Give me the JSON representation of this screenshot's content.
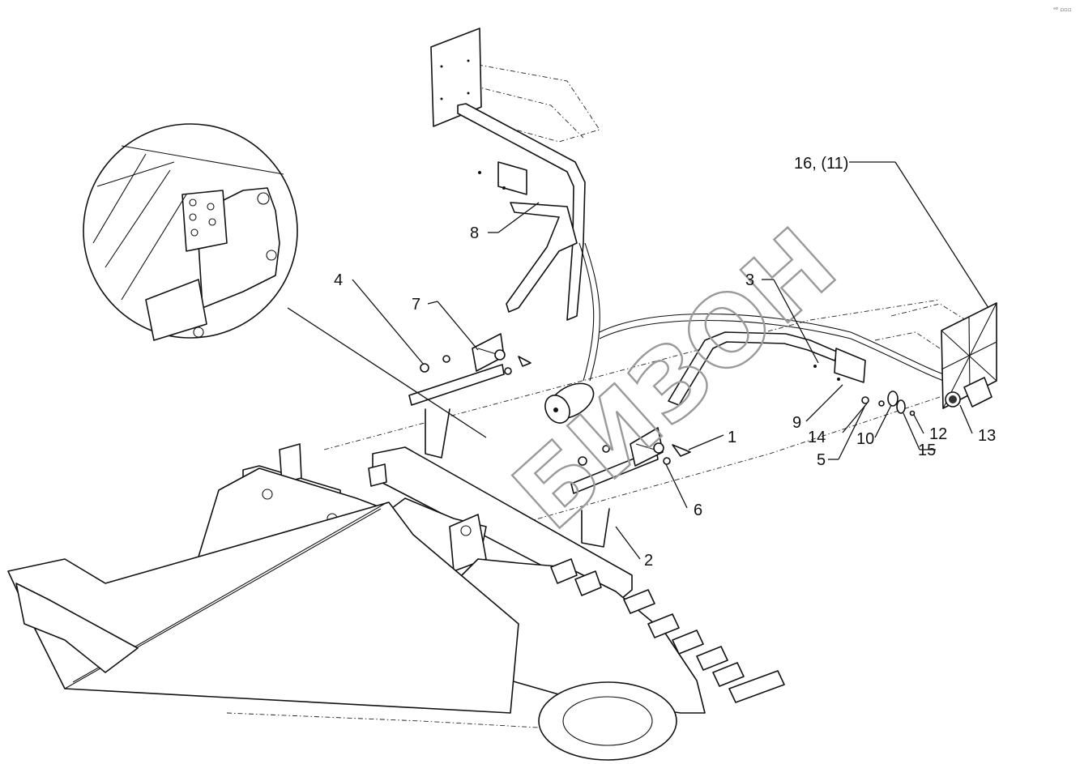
{
  "watermark": {
    "text": "БИЗОН",
    "color": "#9a9a9a"
  },
  "callouts": [
    {
      "id": "c1",
      "label": "1"
    },
    {
      "id": "c2",
      "label": "2"
    },
    {
      "id": "c3",
      "label": "3"
    },
    {
      "id": "c4",
      "label": "4"
    },
    {
      "id": "c5",
      "label": "5"
    },
    {
      "id": "c6",
      "label": "6"
    },
    {
      "id": "c7",
      "label": "7"
    },
    {
      "id": "c8",
      "label": "8"
    },
    {
      "id": "c9",
      "label": "9"
    },
    {
      "id": "c10",
      "label": "10"
    },
    {
      "id": "c12",
      "label": "12"
    },
    {
      "id": "c13",
      "label": "13"
    },
    {
      "id": "c14",
      "label": "14"
    },
    {
      "id": "c15",
      "label": "15"
    },
    {
      "id": "c16",
      "label": "16, (11)"
    }
  ],
  "corner_mark": "ᵃᴰ ▫▫▫",
  "colors": {
    "line": "#111111",
    "background": "#ffffff"
  }
}
